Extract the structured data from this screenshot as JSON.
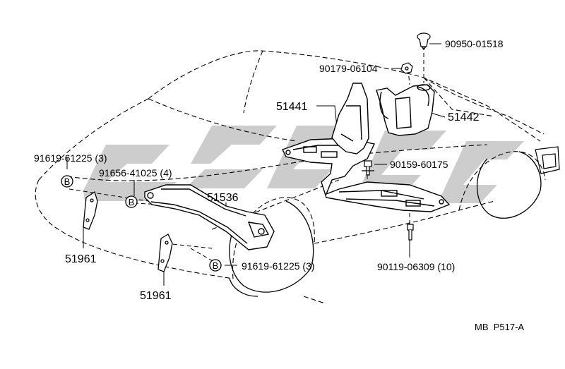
{
  "labels": {
    "clip_top": "90950-01518",
    "nut_top": "90179-06104",
    "bracket_left": "51441",
    "bracket_right": "51442",
    "bolt_mid": "90159-60175",
    "bolt_left_top": "91619-61225 (3)",
    "bolt_left_mid": "91656-41025 (4)",
    "crossmember": "51536",
    "bolt_bottom": "91619-61225 (3)",
    "screw_bottom": "90119-06309 (10)",
    "stay_left": "51961",
    "stay_bottom": "51961"
  },
  "markers": {
    "b_symbol": "B"
  },
  "reference": {
    "code": "MB  P517-A"
  },
  "watermark": {
    "color": "#c4c4c4"
  }
}
